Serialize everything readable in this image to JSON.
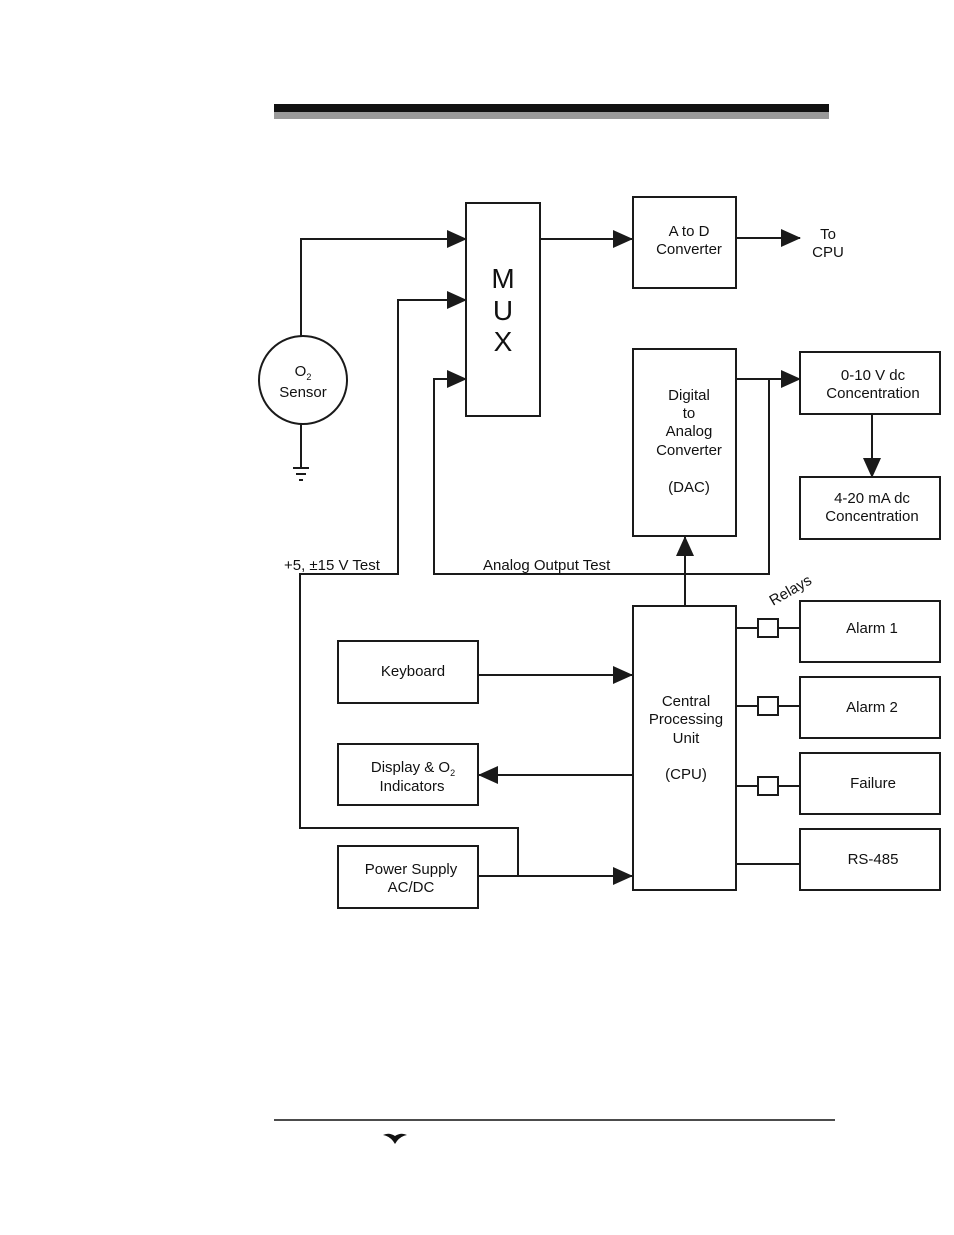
{
  "diagram": {
    "sensor": {
      "line1_main": "O",
      "line1_sub": "2",
      "line2": "Sensor"
    },
    "mux": {
      "letters": [
        "M",
        "U",
        "X"
      ]
    },
    "adc": {
      "line1": "A to D",
      "line2": "Converter"
    },
    "to_cpu": {
      "line1": "To",
      "line2": "CPU"
    },
    "dac": {
      "line1": "Digital",
      "line2": "to",
      "line3": "Analog",
      "line4": "Converter",
      "line5": "(DAC)"
    },
    "out_voltage": {
      "line1": "0-10 V dc",
      "line2": "Concentration"
    },
    "out_current": {
      "line1": "4-20 mA dc",
      "line2": "Concentration"
    },
    "supply_test_label": "+5, ±15 V Test",
    "analog_test_label": "Analog Output Test",
    "relays_label": "Relays",
    "keyboard": "Keyboard",
    "display": {
      "line1_main": "Display & O",
      "line1_sub": "2",
      "line2": "Indicators"
    },
    "power": {
      "line1": "Power Supply",
      "line2": "AC/DC"
    },
    "cpu": {
      "line1": "Central",
      "line2": "Processing",
      "line3": "Unit",
      "line4": "(CPU)"
    },
    "alarm1": "Alarm 1",
    "alarm2": "Alarm 2",
    "failure": "Failure",
    "rs485": "RS-485"
  }
}
